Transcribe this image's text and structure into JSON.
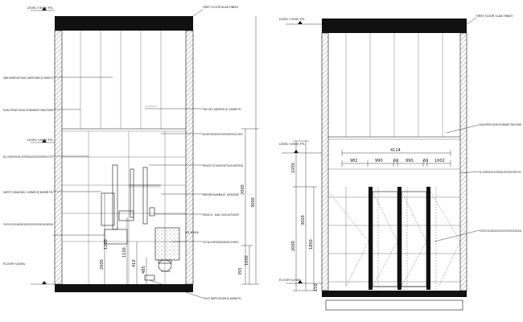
{
  "left_section": {
    "levels": {
      "slab": "LEVEL+3000 FFL",
      "ceiling": "LEVEL+2600 FFL",
      "floor": "FLOOR+LEVEL"
    },
    "labels_left": [
      "HAND SHOWER WITH BASE & WATER INTAKE @ 1000MM FFL",
      "PLAIN GYPSUM CEILING IN ENAMASTIC PAINT FINISH",
      "600 x 1200MM PORCELAIN TILES PROVENZA ZEROSCENE 6038 GREY MT. RETT.",
      "SAFETY GRAB BAR, CORNER @ 800MM FFL",
      "TOP QUALITY 6MM THK. STRAIGHT LAMINATED PANELS SURFACED W/ SCRATCHPROOF FINISH SUPPLIER: KEMMLIT-GARDEROBE GMBH",
      "FLOOR+LEVEL"
    ],
    "labels_right": [
      "FIRST FLOOR SLAB FINISH",
      "TWO EXIT DIVERTOR @ 1100MM FFL",
      "WALL MOUNTED METAL SOAP DISH FOR SHOWER BY WALTHER DECOR @ 1100MM FFL",
      "SPRAY WATER JET TOILET CLEANER WITH SAFETY VALVE BY: GUBINETTERE MARA",
      "REMOVABLE LEDGE",
      "SIGMA 50 - DUAL FLUSH ACTUATOR",
      "XX DXXX",
      "TOILET WALL MOUNTED WASHDOWN MODEL @ 550MM FFL",
      "TOILET PAPER HOLDER @ 460MM FFL"
    ],
    "dims_vertical": [
      "2000",
      "3000",
      "1000",
      "355",
      "485",
      "1100",
      "1200",
      "410"
    ]
  },
  "right_section": {
    "levels": {
      "slab": "LEVEL+3000 FFL",
      "ceiling": "LEVEL+2600 FFL",
      "floor": "FLOOR+LEVEL"
    },
    "labels_right": [
      "FIRST FLOOR SLAB FINISH",
      "PLAIN GYPSUM CEILING IN ENAMASTIC PAINT FINISH",
      "600 x 1200MM PORCELAIN TILES PROVENZA ZEROSCENE 6038 GREY MT. RETT.",
      "TOP QUALITY 6MM THK. STRAIGHT LAMINATED PANELS SURFACED W/ SCRATCHPROOF FINISH SUPPLIER: KEMMLIT-GARDEROBE GMBH"
    ],
    "dim_total": "4114",
    "dims_horizontal": [
      "982",
      "990",
      "60",
      "990",
      "60",
      "1002"
    ],
    "dims_vertical": [
      "1050",
      "3000",
      "2000",
      "1850",
      "150"
    ]
  }
}
